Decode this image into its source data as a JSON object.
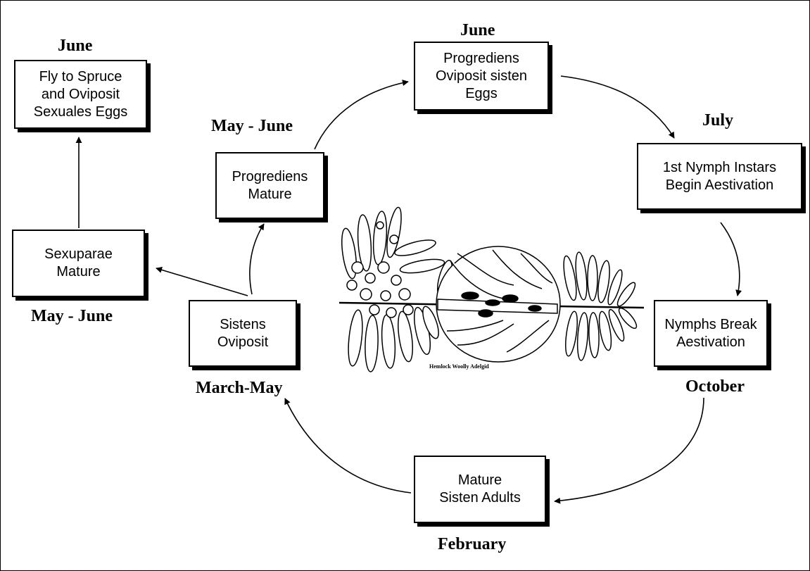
{
  "diagram": {
    "stages": {
      "fly_to_spruce": {
        "lines": [
          "Fly to Spruce",
          "and Oviposit",
          "Sexuales Eggs"
        ],
        "month": "June"
      },
      "progrediens_oviposit": {
        "lines": [
          "Progrediens",
          "Oviposit sisten",
          "Eggs"
        ],
        "month": "June"
      },
      "progrediens_mature": {
        "lines": [
          "Progrediens",
          "Mature"
        ],
        "month": "May - June"
      },
      "first_nymph": {
        "lines": [
          "1st Nymph Instars",
          "Begin Aestivation"
        ],
        "month": "July"
      },
      "sexuparae_mature": {
        "lines": [
          "Sexuparae",
          "Mature"
        ],
        "month": "May - June"
      },
      "sistens_oviposit": {
        "lines": [
          "Sistens",
          "Oviposit"
        ],
        "month": "March-May"
      },
      "nymphs_break": {
        "lines": [
          "Nymphs Break",
          "Aestivation"
        ],
        "month": "October"
      },
      "mature_sisten": {
        "lines": [
          "Mature",
          "Sisten Adults"
        ],
        "month": "February"
      }
    },
    "illustration_caption": "Hemlock Woolly Adelgid"
  },
  "colors": {
    "ink": "#000000",
    "paper": "#ffffff"
  }
}
